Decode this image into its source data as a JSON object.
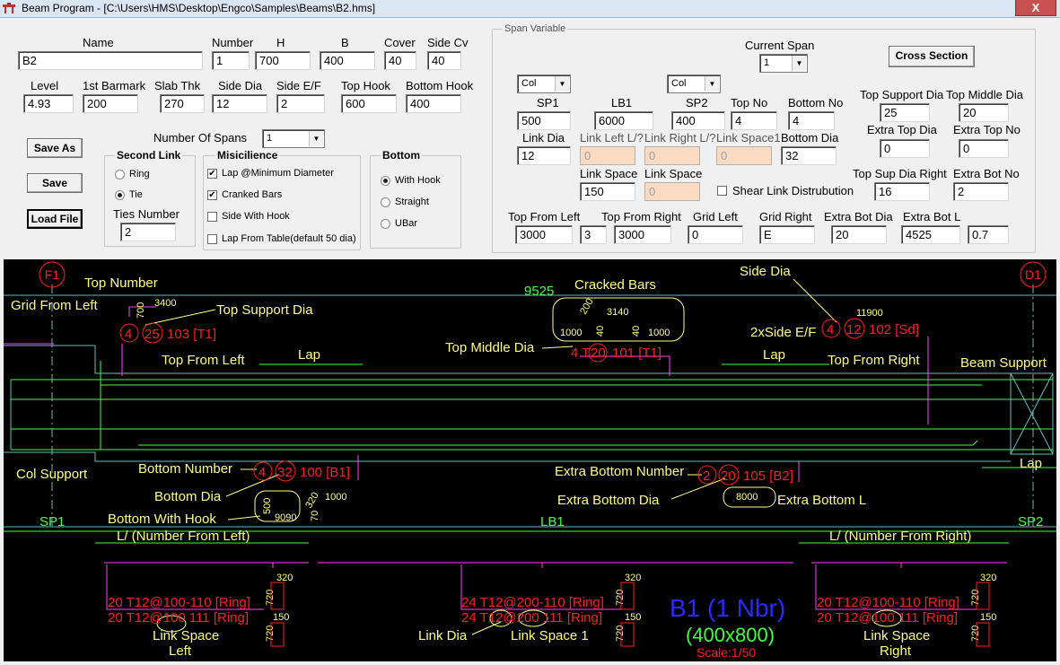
{
  "window": {
    "title": "Beam Program - [C:\\Users\\HMS\\Desktop\\Engco\\Samples\\Beams\\B2.hms]",
    "close": "X"
  },
  "top_fields": {
    "name_label": "Name",
    "name_value": "B2",
    "number_label": "Number",
    "number_value": "1",
    "h_label": "H",
    "h_value": "700",
    "b_label": "B",
    "b_value": "400",
    "cover_label": "Cover",
    "cover_value": "40",
    "side_cv_label": "Side Cv",
    "side_cv_value": "40",
    "level_label": "Level",
    "level_value": "4.93",
    "first_barmark_label": "1st Barmark",
    "first_barmark_value": "200",
    "slab_thk_label": "Slab Thk",
    "slab_thk_value": "270",
    "side_dia_label": "Side Dia",
    "side_dia_value": "12",
    "side_ef_label": "Side E/F",
    "side_ef_value": "2",
    "top_hook_label": "Top Hook",
    "top_hook_value": "600",
    "bottom_hook_label": "Bottom Hook",
    "bottom_hook_value": "400",
    "num_spans_label": "Number Of Spans",
    "num_spans_value": "1"
  },
  "buttons": {
    "save_as": "Save As",
    "save": "Save",
    "load_file": "Load File",
    "cross_section": "Cross Section"
  },
  "second_link": {
    "title": "Second Link",
    "ring": "Ring",
    "tie": "Tie",
    "ties_number_label": "Ties Number",
    "ties_number_value": "2",
    "selected": "Tie"
  },
  "miscellaneous": {
    "title": "Misicilience",
    "lap_min_dia": "Lap @Minimum Diameter",
    "lap_min_dia_checked": true,
    "cranked_bars": "Cranked Bars",
    "cranked_bars_checked": true,
    "side_with_hook": "Side With Hook",
    "side_with_hook_checked": false,
    "lap_from_table": "Lap From Table(default 50 dia)",
    "lap_from_table_checked": false
  },
  "bottom": {
    "title": "Bottom",
    "with_hook": "With Hook",
    "straight": "Straight",
    "ubar": "UBar",
    "selected": "With Hook"
  },
  "span_variable": {
    "title": "Span Variable",
    "current_span_label": "Current Span",
    "current_span_value": "1",
    "sp1_type": "Col",
    "sp2_type": "Col",
    "sp1_label": "SP1",
    "sp1_value": "500",
    "lb1_label": "LB1",
    "lb1_value": "6000",
    "sp2_label": "SP2",
    "sp2_value": "400",
    "top_no_label": "Top  No",
    "top_no_value": "4",
    "bottom_no_label": "Bottom  No",
    "bottom_no_value": "4",
    "top_support_dia_label": "Top Support Dia",
    "top_support_dia_value": "25",
    "top_middle_dia_label": "Top Middle Dia",
    "top_middle_dia_value": "20",
    "link_dia_label": "Link Dia",
    "link_dia_value": "12",
    "link_left_label": "Link Left L/?",
    "link_left_value": "0",
    "link_right_label": "Link Right L/?",
    "link_right_value": "0",
    "link_space1_label": "Link Space1",
    "link_space1_value": "0",
    "bottom_dia_label": "Bottom Dia",
    "bottom_dia_value": "32",
    "extra_top_dia_label": "Extra Top Dia",
    "extra_top_dia_value": "0",
    "extra_top_no_label": "Extra Top No",
    "extra_top_no_value": "0",
    "link_space_label": "Link Space",
    "link_space_value": "150",
    "link_space2_label": "Link Space",
    "link_space2_value": "0",
    "shear_link_label": "Shear Link Distrubution",
    "shear_link_checked": false,
    "top_sup_dia_right_label": "Top Sup Dia Right",
    "top_sup_dia_right_value": "16",
    "extra_bot_no_label": "Extra Bot No",
    "extra_bot_no_value": "2",
    "top_from_left_label": "Top From Left",
    "top_from_left_value": "3000",
    "top_from_left_extra": "3",
    "top_from_right_label": "Top From Right",
    "top_from_right_value": "3000",
    "grid_left_label": "Grid Left",
    "grid_left_value": "0",
    "grid_right_label": "Grid Right",
    "grid_right_value": "E",
    "extra_bot_dia_label": "Extra Bot Dia",
    "extra_bot_dia_value": "20",
    "extra_bot_l_label": "Extra Bot L",
    "extra_bot_l_value": "4525",
    "extra_bot_l_factor": "0.7"
  },
  "drawing": {
    "grid_f1": "F1",
    "grid_d1": "D1",
    "top_number": "Top Number",
    "grid_from_left": "Grid From Left",
    "dim_3400": "3400",
    "dim_700": "700",
    "top_support_dia": "Top Support Dia",
    "top_bar_n": "4",
    "top_bar_d": "25",
    "top_bar_mark": "103 [T1]",
    "dim_9525": "9525",
    "cracked_bars": "Cracked Bars",
    "crank_200": "200",
    "crank_3140": "3140",
    "crank_1000a": "1000",
    "crank_40a": "40",
    "crank_40b": "40",
    "crank_1000b": "1000",
    "side_dia": "Side Dia",
    "dim_11900": "11900",
    "two_side_ef": "2xSide E/F",
    "side_bar_n": "4",
    "side_bar_d": "12",
    "side_bar_mark": "102 [Sd]",
    "top_middle_dia": "Top Middle Dia",
    "mid_bar": "4 T",
    "mid_bar_d": "20",
    "mid_bar_mark": "101 [T1]",
    "top_from_left": "Top From Left",
    "lap": "Lap",
    "lap2": "Lap",
    "top_from_right": "Top From Right",
    "beam_support": "Beam Support",
    "col_support": "Col Support",
    "lap3": "Lap",
    "bottom_number": "Bottom Number",
    "bot_bar_n": "4",
    "bot_bar_d": "32",
    "bot_bar_mark": "100 [B1]",
    "bottom_dia": "Bottom Dia",
    "bottom_with_hook": "Bottom With Hook",
    "hook_500": "500",
    "hook_320": "320",
    "hook_70": "70",
    "hook_9090": "9090",
    "hook_1000": "1000",
    "extra_bottom_number": "Extra Bottom Number",
    "ext_bar_n": "2",
    "ext_bar_d": "20",
    "ext_bar_mark": "105 [B2]",
    "extra_bottom_dia": "Extra Bottom Dia",
    "dim_8000": "8000",
    "extra_bottom_l": "Extra Bottom L",
    "sp1": "SP1",
    "lb1": "LB1",
    "sp2": "SP2",
    "num_from_left": "L/ (Number From Left)",
    "num_from_right": "L/ (Number From Right)",
    "link_left_1": "20 T12@100-110 [Ring]",
    "link_left_2": "20 T12@100 111 [Ring]",
    "link_mid_1": "24 T12@200-110 [Ring]",
    "link_mid_2": "24 T12@200 111 [Ring]",
    "link_right_1": "20 T12@100-110 [Ring]",
    "link_right_2": "20 T12@100 111 [Ring]",
    "l320": "320",
    "l720": "720",
    "l150": "150",
    "link_space_left_1": "Link Space",
    "link_space_left_2": "Left",
    "link_dia": "Link Dia",
    "link_space_1": "Link Space 1",
    "link_space_right_1": "Link Space",
    "link_space_right_2": "Right",
    "beam_title": "B1 (1 Nbr)",
    "beam_section": "(400x800)",
    "scale": "Scale:1/50"
  },
  "colors": {
    "canvas_bg": "#000000",
    "red": "#ff2020",
    "yellow": "#ffff80",
    "green": "#40ff40",
    "magenta": "#ff40ff",
    "blue": "#2020ff",
    "cyan": "#60c0c0"
  }
}
